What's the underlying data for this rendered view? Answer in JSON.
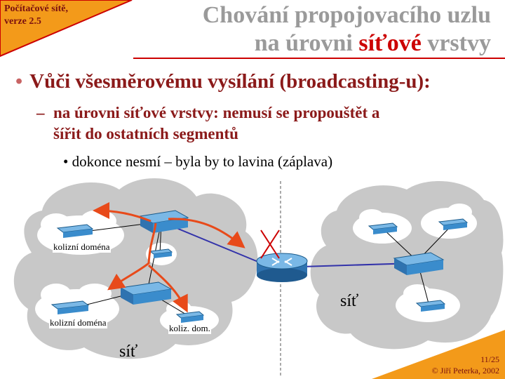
{
  "course": {
    "line1": "Počítačové sítě,",
    "line2": "verze 2.5"
  },
  "title": {
    "line1": "Chování propojovacího uzlu",
    "line2_pre": "na úrovni ",
    "line2_hl": "síťové",
    "line2_post": " vrstvy"
  },
  "bullets": {
    "level1": "Vůči všesměrovému vysílání (broadcasting-u):",
    "level2_dash": "–",
    "level2_line1": "na úrovni síťové vrstvy: nemusí se propouštět a",
    "level2_line2": "šířit do ostatních segmentů",
    "level3": "dokonce nesmí – byla by to lavina (záplava)"
  },
  "diagram": {
    "label_domain_1": "kolizní doména",
    "label_domain_2": "kolizní doména",
    "label_domain_3": "koliz. dom.",
    "label_net_left": "síť",
    "label_net_right": "síť"
  },
  "footer": {
    "page": "11/25",
    "copyright": "© Jiří Peterka, 2002"
  },
  "colors": {
    "accent": "#cc0000",
    "corner": "#f39a1a",
    "title_gray": "#9a9a9a",
    "text_dark_red": "#8b1a1a",
    "cloud": "#c8c8c8",
    "arrow": "#e84a1a",
    "link_blue": "#3333aa"
  }
}
